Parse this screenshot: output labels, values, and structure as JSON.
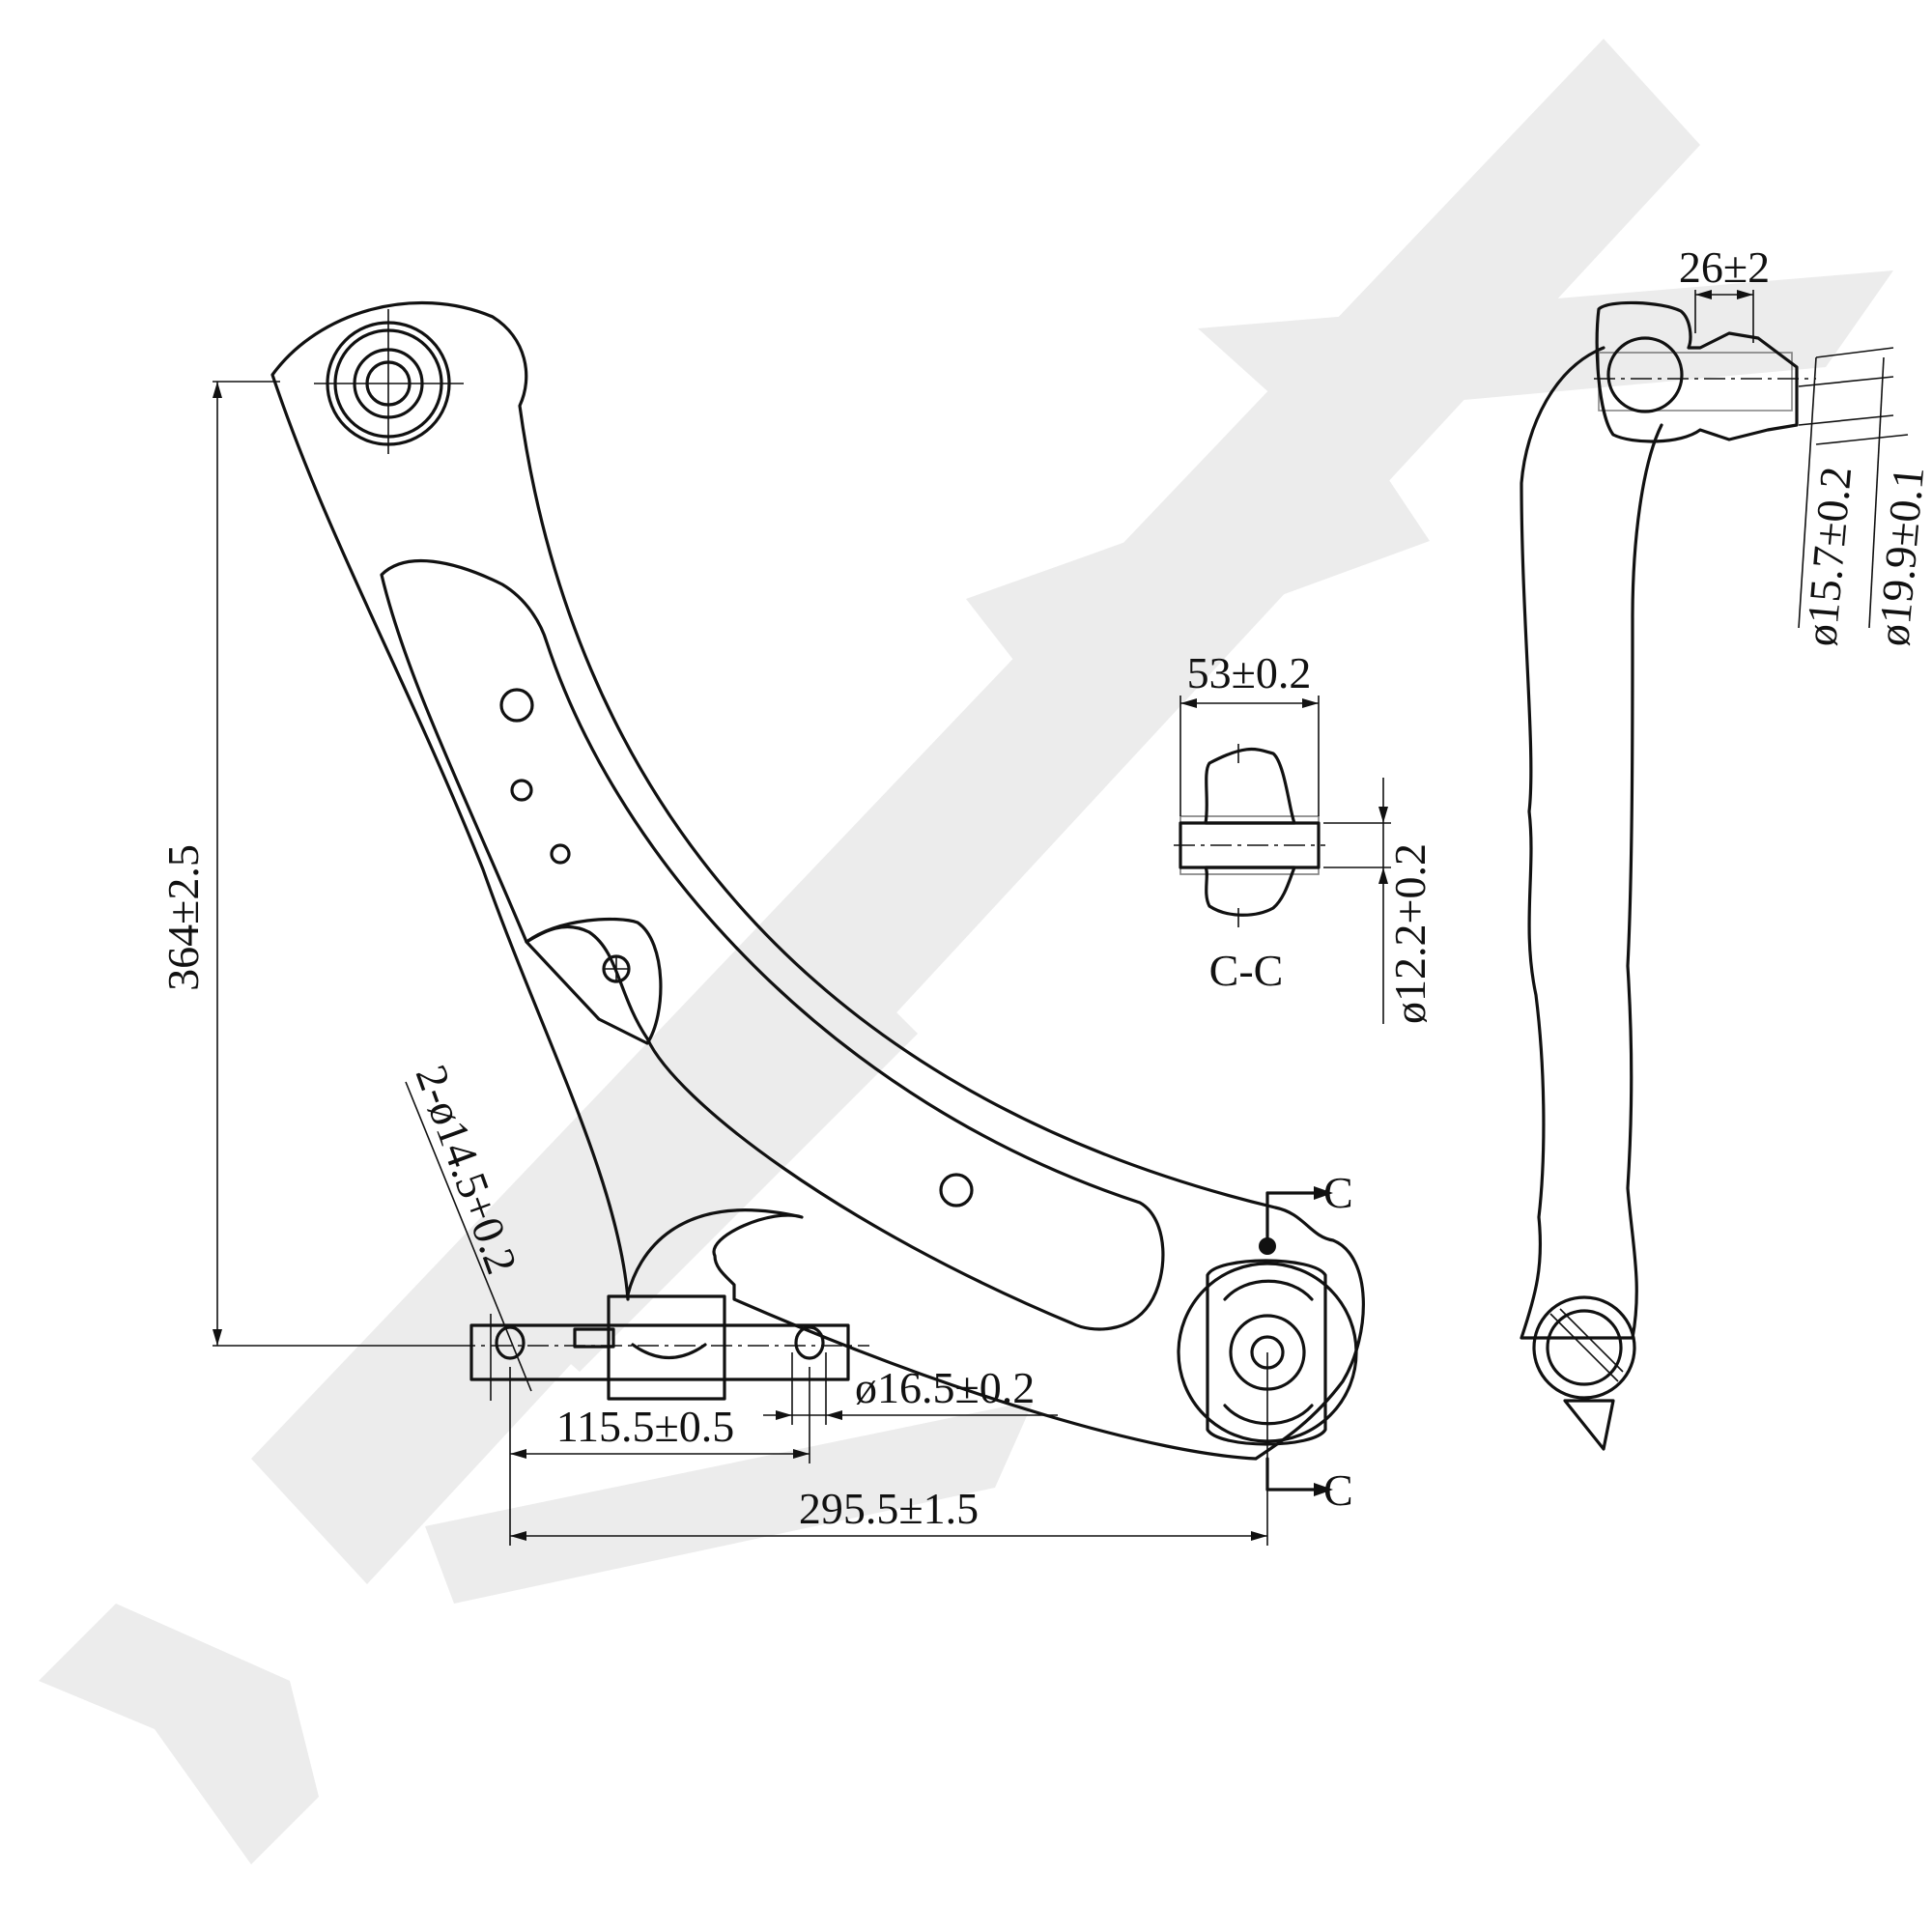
{
  "dimensions": {
    "height_total": "364±2.5",
    "hole_pattern": "2-ø14.5+0.2",
    "bushing_length": "53±0.2",
    "bushing_inner_dia": "ø12.2+0.2",
    "section_label": "C-C",
    "section_marker_top": "C",
    "section_marker_bottom": "C",
    "hole_dia": "ø16.5±0.2",
    "spacing_inner": "115.5±0.5",
    "spacing_outer": "295.5±1.5",
    "ball_joint_width": "26±2",
    "ball_joint_dia_small": "ø15.7±0.2",
    "ball_joint_dia_large": "ø19.9±0.1"
  },
  "colors": {
    "line": "#111111",
    "watermark": "#ececec"
  }
}
